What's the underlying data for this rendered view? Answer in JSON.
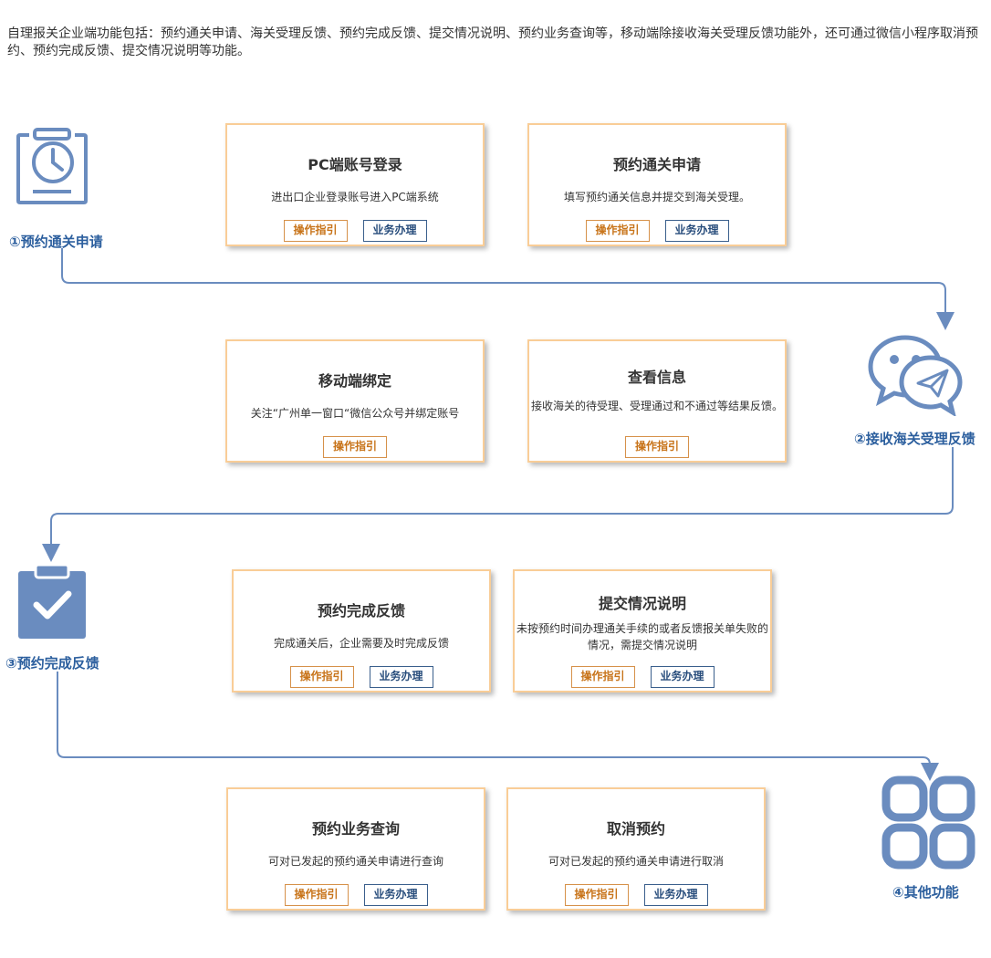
{
  "intro": "自理报关企业端功能包括：预约通关申请、海关受理反馈、预约完成反馈、提交情况说明、预约业务查询等，移动端除接收海关受理反馈功能外，还可通过微信小程序取消预约、预约完成反馈、提交情况说明等功能。",
  "buttons": {
    "guide": "操作指引",
    "handle": "业务办理"
  },
  "steps": [
    {
      "label": "①预约通关申请",
      "icon": "clipboard-clock-icon"
    },
    {
      "label": "②接收海关受理反馈",
      "icon": "wechat-icon"
    },
    {
      "label": "③预约完成反馈",
      "icon": "clipboard-check-icon"
    },
    {
      "label": "④其他功能",
      "icon": "apps-grid-icon"
    }
  ],
  "cards": [
    {
      "title": "PC端账号登录",
      "desc": "进出口企业登录账号进入PC端系统"
    },
    {
      "title": "预约通关申请",
      "desc": "填写预约通关信息并提交到海关受理。"
    },
    {
      "title": "移动端绑定",
      "desc": "关注“广州单一窗口“微信公众号并绑定账号"
    },
    {
      "title": "查看信息",
      "desc": "接收海关的待受理、受理通过和不通过等结果反馈。"
    },
    {
      "title": "预约完成反馈",
      "desc": "完成通关后，企业需要及时完成反馈"
    },
    {
      "title": "提交情况说明",
      "desc": "未按预约时间办理通关手续的或者反馈报关单失败的情况，需提交情况说明"
    },
    {
      "title": "预约业务查询",
      "desc": "可对已发起的预约通关申请进行查询"
    },
    {
      "title": "取消预约",
      "desc": "可对已发起的预约通关申请进行取消"
    }
  ],
  "colors": {
    "card_border": "#f9cd97",
    "step_blue": "#2c5f9e",
    "icon_blue": "#6a8cbf",
    "connector": "#6a8cbf"
  }
}
